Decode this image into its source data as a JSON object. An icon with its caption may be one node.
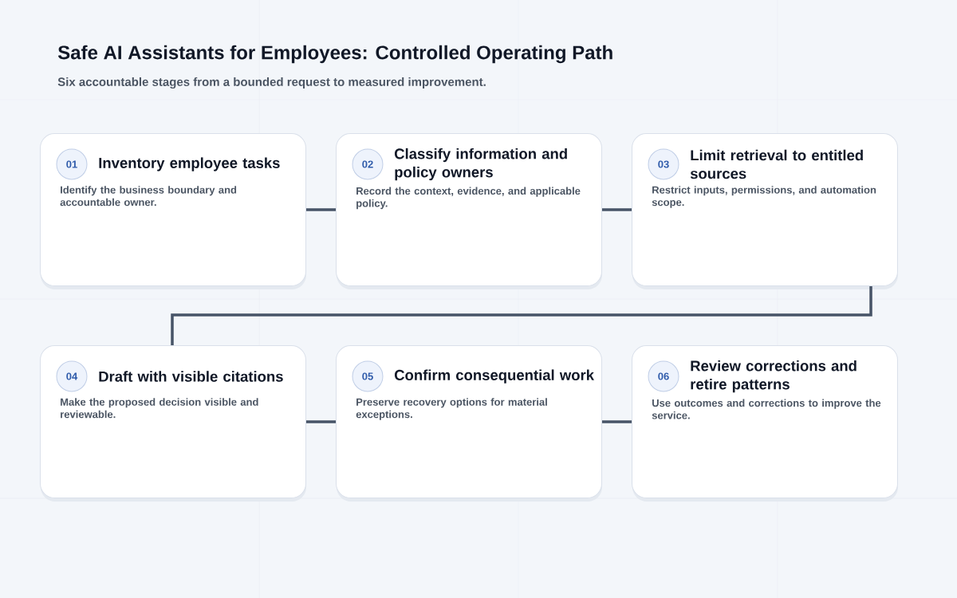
{
  "diagram": {
    "title": "Safe AI Assistants for Employees: Controlled Operating Path",
    "caption": "Six accountable stages from a bounded request to measured improvement.",
    "nodes": [
      {
        "text": [
          "Inventory employee tasks",
          "Identify the business boundary and accountable owner."
        ]
      },
      {
        "text": [
          "01"
        ],
        "in": 0
      },
      {
        "text": [
          "Classify information and policy owners",
          "Record the context, evidence, and applicable policy."
        ]
      },
      {
        "text": [
          "02"
        ],
        "in": 2
      },
      {
        "text": [
          "Limit retrieval to entitled sources",
          "Restrict inputs, permissions, and automation scope."
        ]
      },
      {
        "text": [
          "03"
        ],
        "in": 4
      },
      {
        "text": [
          "Draft with visible citations",
          "Make the proposed decision visible and reviewable."
        ]
      },
      {
        "text": [
          "04"
        ],
        "in": 6
      },
      {
        "text": [
          "Confirm consequential work",
          "Preserve recovery options for material exceptions."
        ]
      },
      {
        "text": [
          "05"
        ],
        "in": 8
      },
      {
        "text": [
          "Review corrections and retire patterns",
          "Use outcomes and corrections to improve the service."
        ]
      },
      {
        "text": [
          "06"
        ],
        "in": 10
      }
    ],
    "edges": [
      {
        "from": 0,
        "to": 2,
        "arrow": "none"
      },
      {
        "from": 2,
        "to": 4,
        "arrow": "none"
      },
      {
        "from": 4,
        "to": 6,
        "arrow": "none"
      },
      {
        "from": 6,
        "to": 8,
        "arrow": "none"
      },
      {
        "from": 8,
        "to": 10,
        "arrow": "none"
      }
    ]
  }
}
